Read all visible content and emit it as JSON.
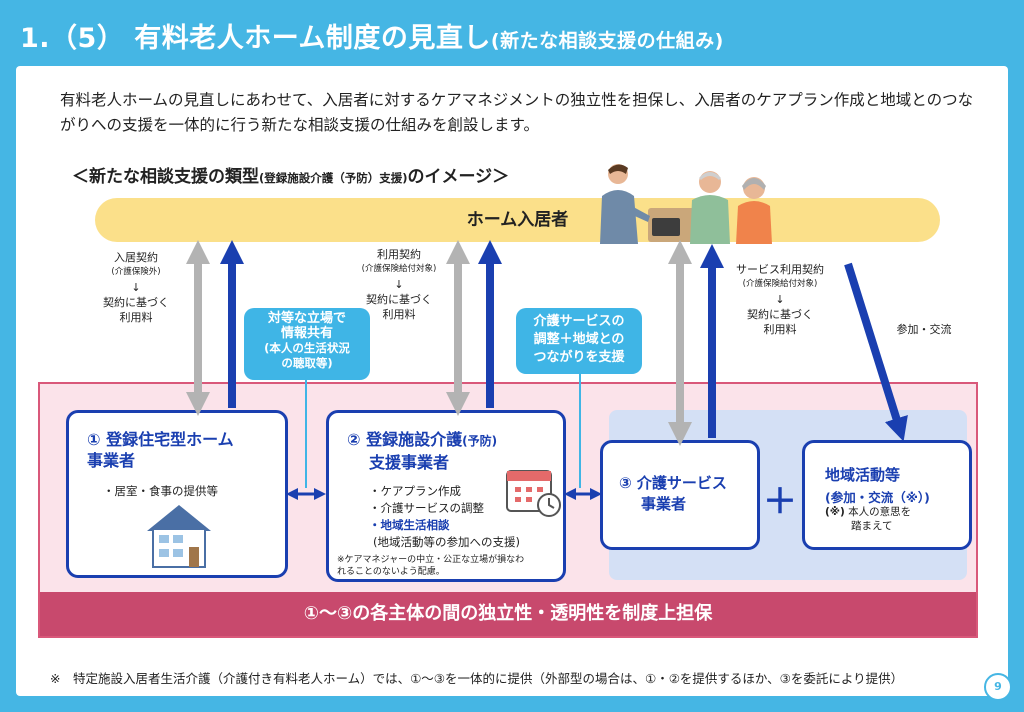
{
  "header": {
    "title_main": "1.（5） 有料老人ホーム制度の見直し",
    "title_sub": "(新たな相談支援の仕組み)"
  },
  "intro": "有料老人ホームの見直しにあわせて、入居者に対するケアマネジメントの独立性を担保し、入居者のケアプラン作成と地域とのつながりへの支援を一体的に行う新たな相談支援の仕組みを創設します。",
  "section": {
    "title_a": "＜新たな相談支援の類型",
    "title_b": "(登録施設介護（予防）支援)",
    "title_c": "のイメージ＞"
  },
  "resident": {
    "label": "ホーム入居者"
  },
  "left_contract": {
    "l1": "入居契約",
    "l2": "(介護保険外)",
    "arrow": "↓",
    "l3": "契約に基づく",
    "l4": "利用料"
  },
  "mid_contract": {
    "l1": "利用契約",
    "l2": "(介護保険給付対象)",
    "arrow": "↓",
    "l3": "契約に基づく",
    "l4": "利用料"
  },
  "right_contract": {
    "l1": "サービス利用契約",
    "l2": "(介護保険給付対象)",
    "arrow": "↓",
    "l3": "契約に基づく",
    "l4": "利用料"
  },
  "participation": "参加・交流",
  "callout1": {
    "l1": "対等な立場で",
    "l2": "情報共有",
    "l3": "(本人の生活状況",
    "l4": "の聴取等)"
  },
  "callout2": {
    "l1": "介護サービスの",
    "l2": "調整＋地域との",
    "l3": "つながりを支援"
  },
  "box1": {
    "title1": "① 登録住宅型ホーム",
    "title2": "事業者",
    "item": "・居室・食事の提供等"
  },
  "box2": {
    "title1": "② 登録施設介護",
    "title1_small": "(予防)",
    "title2": "支援事業者",
    "items": [
      "・ケアプラン作成",
      "・介護サービスの調整"
    ],
    "highlight": "・地域生活相談",
    "highlight_sub": "(地域活動等の参加への支援)",
    "note1": "※ケアマネジャーの中立・公正な立場が損なわ",
    "note2": "れることのないよう配慮。"
  },
  "box3": {
    "title1": "③ 介護サービス",
    "title2": "事業者"
  },
  "plus": "＋",
  "box4": {
    "title": "地域活動等",
    "sub": "(参加・交流（※）)",
    "note_mark": "(※)",
    "note1": "本人の意思を",
    "note2": "踏まえて"
  },
  "bottom_bar": "①〜③の各主体の間の独立性・透明性を制度上担保",
  "footnote": "※　特定施設入居者生活介護（介護付き有料老人ホーム）では、①〜③を一体的に提供（外部型の場合は、①・②を提供するほか、③を委託により提供）",
  "page_number": "9",
  "colors": {
    "background": "#45b6e4",
    "navy": "#1a3fb0",
    "pink_border": "#d9587a",
    "bar": "#c8496d",
    "yellow": "#fbe08a",
    "callout": "#3fb5e6",
    "gray_arrow": "#b3b3b3"
  },
  "icons": [
    "people-illustration-icon",
    "house-icon",
    "calendar-clock-icon"
  ]
}
